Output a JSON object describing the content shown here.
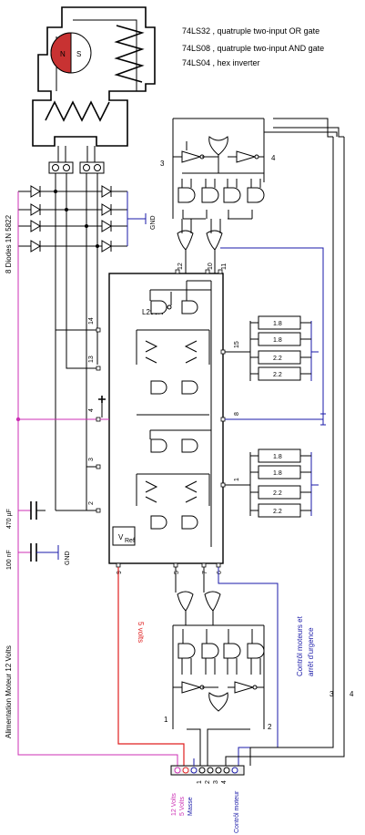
{
  "notes": [
    "74LS32 , quatruple two-input OR gate",
    "74LS08 , quatruple two-input AND gate",
    "74LS04 , hex inverter"
  ],
  "motor": {
    "north": "N",
    "south": "S"
  },
  "ic": {
    "name": "L298N",
    "vref": "V",
    "vref_sub": "Ref"
  },
  "left_labels": {
    "diodes": "8 Diodes  1N 5822",
    "cap1": "470 µF",
    "cap2": "100 nF",
    "supply": "Alimentation Moteur 12 Volts",
    "gnd1": "GND",
    "gnd2": "GND"
  },
  "red_label": "5 volts",
  "control_label_1": "Contrôl moteurs et",
  "control_label_2": "arrêt d'urgence",
  "pins": {
    "p1": "1",
    "p2": "2",
    "p3": "3",
    "p4": "4",
    "p5": "5",
    "p6": "6",
    "p7": "7",
    "p8": "8",
    "p9": "9",
    "p10": "10",
    "p11": "11",
    "p12": "12",
    "p13": "13",
    "p14": "14",
    "p15": "15"
  },
  "logic_labels": {
    "top_left": "3",
    "top_right": "4",
    "bot_left": "1",
    "bot_right": "2",
    "right_a": "3",
    "right_b": "4"
  },
  "resistors": [
    "1.8",
    "1.8",
    "2.2",
    "2.2",
    "1.8",
    "1.8",
    "2.2",
    "2.2"
  ],
  "connector": {
    "v12": "12 Volts",
    "v5": "5 Volts",
    "masse": "Masse",
    "n1": "1",
    "n2": "2",
    "n3": "3",
    "n4": "4",
    "ctrl": "Contrôl moteur"
  }
}
